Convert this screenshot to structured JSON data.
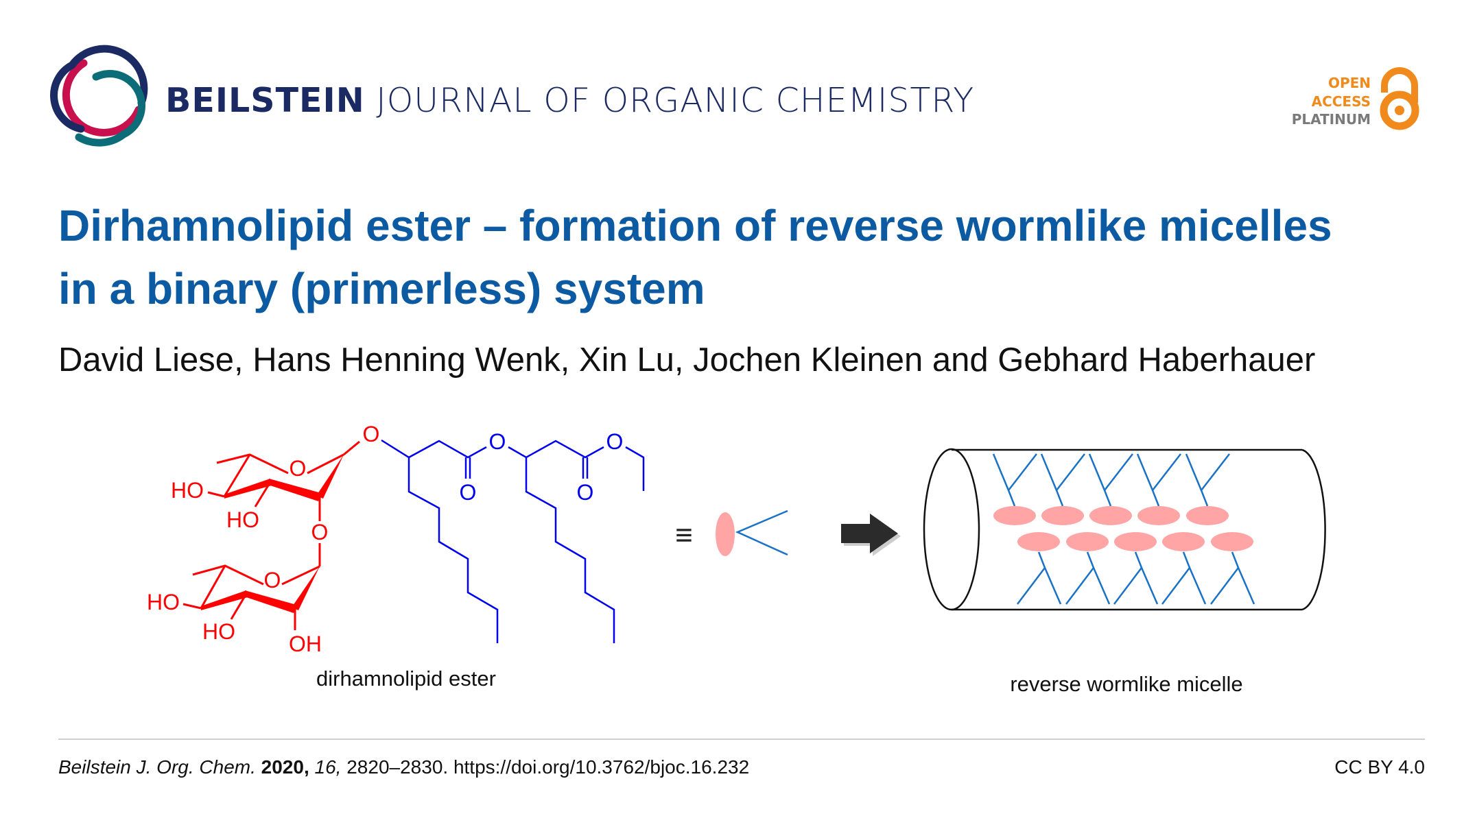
{
  "header": {
    "journal_bold": "BEILSTEIN",
    "journal_rest": " JOURNAL OF ORGANIC CHEMISTRY",
    "open_access": [
      "OPEN",
      "ACCESS",
      "PLATINUM"
    ]
  },
  "article": {
    "title_line1": "Dirhamnolipid ester – formation of reverse wormlike micelles",
    "title_line2": "in a binary (primerless) system",
    "authors": "David Liese, Hans Henning Wenk, Xin Lu, Jochen Kleinen and Gebhard Haberhauer"
  },
  "figure": {
    "atoms": {
      "O": "O",
      "HO": "HO",
      "OH": "OH"
    },
    "equiv": "≡",
    "label_left": "dirhamnolipid ester",
    "label_right": "reverse wormlike micelle",
    "colors": {
      "sugar": "#ff0000",
      "chain": "#0000ee",
      "head": "#ffa5a5",
      "tail": "#1a72c6"
    }
  },
  "footer": {
    "journal_abbrev": "Beilstein J. Org. Chem.",
    "year": "2020,",
    "volume": "16,",
    "pages_doi": "2820–2830. https://doi.org/10.3762/bjoc.16.232",
    "license": "CC BY 4.0"
  },
  "colors": {
    "title": "#0b5aa2",
    "navy": "#1b2a63",
    "magenta": "#c8104f",
    "teal": "#0c6c78",
    "orange": "#f08a1c",
    "gray": "#7a7a7a"
  }
}
